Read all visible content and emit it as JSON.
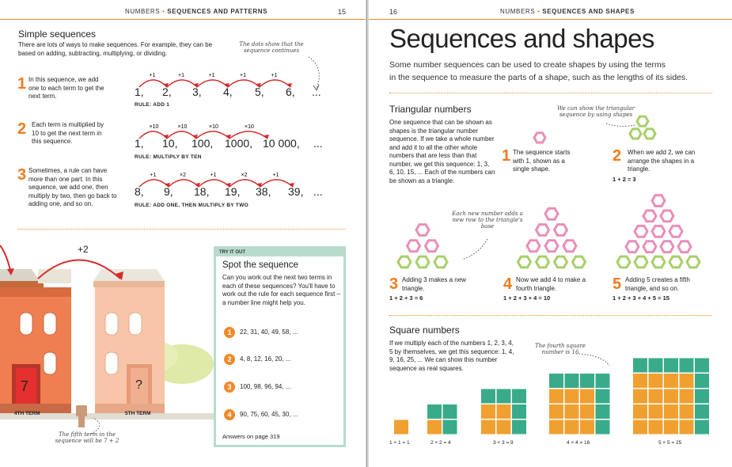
{
  "left": {
    "header": {
      "section": "NUMBERS",
      "topic": "SEQUENCES AND PATTERNS",
      "page": "15"
    },
    "simple": {
      "title": "Simple sequences",
      "intro": "There are lots of ways to make sequences. For example, they can be based on adding, subtracting, multiplying, or dividing.",
      "dots_note": "The dots show that the sequence continues",
      "items": [
        {
          "num": "1",
          "text": "In this sequence, we add one to each term to get the next term.",
          "seq": [
            "1,",
            "2,",
            "3,",
            "4,",
            "5,",
            "6,",
            "..."
          ],
          "ops": [
            "+1",
            "+1",
            "+1",
            "+1",
            "+1"
          ],
          "rule": "RULE: ADD 1"
        },
        {
          "num": "2",
          "text": "Each term is multiplied by 10 to get the next term in this sequence.",
          "seq": [
            "1,",
            "10,",
            "100,",
            "1000,",
            "10 000,",
            "..."
          ],
          "ops": [
            "×10",
            "×10",
            "×10",
            "×10"
          ],
          "rule": "RULE: MULTIPLY BY TEN"
        },
        {
          "num": "3",
          "text": "Sometimes, a rule can have more than one part. In this sequence, we add one, then multiply by two, then go back to adding one, and so on.",
          "seq": [
            "8,",
            "9,",
            "18,",
            "19,",
            "38,",
            "39,",
            "..."
          ],
          "ops": [
            "+1",
            "×2",
            "+1",
            "×2",
            "+1"
          ],
          "rule": "RULE: ADD ONE, THEN MULTIPLY BY TWO"
        }
      ]
    },
    "houses": {
      "jump": "+2",
      "door1": "7",
      "door2": "?",
      "label1": "4TH TERM",
      "label2": "5TH TERM",
      "note": "The fifth term in the sequence will be 7 + 2"
    },
    "tryit": {
      "tag": "TRY IT OUT",
      "title": "Spot the sequence",
      "text": "Can you work out the next two terms in each of these sequences? You'll have to work out the rule for each sequence first – a number line might help you.",
      "items": [
        {
          "n": "1",
          "seq": "22,  31,  40,  49,  58,  ..."
        },
        {
          "n": "2",
          "seq": "4,  8,  12,  16,  20,  ..."
        },
        {
          "n": "3",
          "seq": "100,  98,  96,  94,  ..."
        },
        {
          "n": "4",
          "seq": "90,  75,  60,  45,  30,  ..."
        }
      ],
      "answers": "Answers on page 319"
    }
  },
  "right": {
    "header": {
      "section": "NUMBERS",
      "topic": "SEQUENCES AND SHAPES",
      "page": "16"
    },
    "title": "Sequences and shapes",
    "intro1": "Some number sequences can be used to create shapes by using the terms",
    "intro2": "in the sequence to measure the parts of a shape, such as the lengths of its sides.",
    "triangular": {
      "title": "Triangular numbers",
      "text": "One sequence that can be shown as shapes is the triangular number sequence. If we take a whole number and add it to all the other whole numbers that are less than that number, we get this sequence: 1, 3, 6, 10, 15, ... Each of the numbers can be shown as a triangle.",
      "note1": "We can show the triangular sequence by using shapes",
      "note2": "Each new number adds a new row to the triangle's base",
      "steps": [
        {
          "n": "1",
          "text": "The sequence starts with 1, shown as a single shape.",
          "eq": ""
        },
        {
          "n": "2",
          "text": "When we add 2, we can arrange the shapes in a triangle.",
          "eq": "1 + 2 = 3"
        },
        {
          "n": "3",
          "text": "Adding 3 makes a new triangle.",
          "eq": "1 + 2 + 3 = 6"
        },
        {
          "n": "4",
          "text": "Now we add 4 to make a fourth triangle.",
          "eq": "1 + 2 + 3 + 4 = 10"
        },
        {
          "n": "5",
          "text": "Adding 5 creates a fifth triangle, and so on.",
          "eq": "1 + 2 + 3 + 4 + 5 = 15"
        }
      ]
    },
    "square": {
      "title": "Square numbers",
      "text": "If we multiply each of the numbers 1, 2, 3, 4, 5 by themselves, we get this sequence: 1, 4, 9, 16, 25, ... We can show this number sequence as real squares.",
      "note": "The fourth square number is 16",
      "captions": [
        "1 × 1 = 1",
        "2 × 2 = 4",
        "3 × 3 = 9",
        "4 × 4 = 16",
        "5 × 5 = 25"
      ]
    },
    "colors": {
      "orange": "#f0a030",
      "teal": "#3aab8a",
      "pink": "#e98fb8",
      "green": "#a8cf6a",
      "accent": "#f07b1c"
    }
  }
}
